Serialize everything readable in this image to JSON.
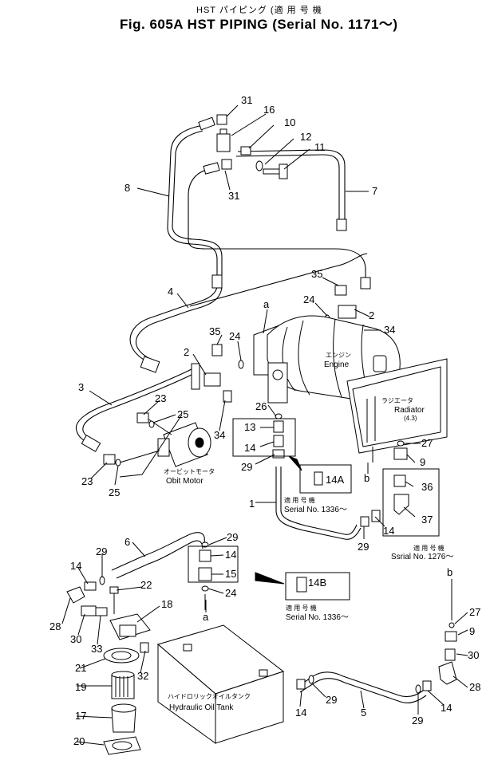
{
  "header": {
    "subtitle": "HST パイピング (適 用 号 機",
    "title": "Fig. 605A HST PIPING (Serial No. 1171～)"
  },
  "labels": {
    "engine_jp": "エンジン",
    "engine_en": "Engine",
    "radiator_jp": "ラジエータ",
    "radiator_en": "Radiator",
    "radiator_small": "(4.3)",
    "motor_jp": "オービットモータ",
    "motor_en": "Obit Motor",
    "tank_jp": "ハイドロリックオイルタンク",
    "tank_en": "Hydraulic Oil Tank",
    "note14a_jp": "適 用 号 機",
    "note14a_en": "Serial  No. 1336～",
    "note1276_jp": "適 用 号 機",
    "note1276_en": "Ssrial  No. 1276～",
    "note14b_jp": "適 用 号 機",
    "note14b_en": "Serial  No. 1336～",
    "ref_a_top": "a",
    "ref_a_bottom": "a",
    "ref_b_top": "b",
    "ref_b_bottom": "b"
  },
  "callouts": {
    "c31a": "31",
    "c16": "16",
    "c10": "10",
    "c12": "12",
    "c11": "11",
    "c8": "8",
    "c7": "7",
    "c31b": "31",
    "c35a": "35",
    "c4": "4",
    "c24a": "24",
    "c2a": "2",
    "c34a": "34",
    "c35b": "35",
    "c24b": "24",
    "c2b": "2",
    "c3": "3",
    "c23a": "23",
    "c25a": "25",
    "c34b": "34",
    "c26": "26",
    "c13": "13",
    "c14a": "14",
    "c29a": "29",
    "c27a": "27",
    "c9a": "9",
    "c14A": "14A",
    "c36": "36",
    "c1": "1",
    "c37": "37",
    "c14b": "14",
    "c29b": "29",
    "c23b": "23",
    "c25b": "25",
    "c6": "6",
    "c29c": "29",
    "c14c": "14",
    "c15": "15",
    "c24c": "24",
    "c14B": "14B",
    "c29d": "29",
    "c14d": "14",
    "c22": "22",
    "c18": "18",
    "c28a": "28",
    "c30a": "30",
    "c33": "33",
    "c21": "21",
    "c32": "32",
    "c19": "19",
    "c17": "17",
    "c20": "20",
    "c14e": "14",
    "c29e": "29",
    "c5": "5",
    "c29f": "29",
    "c14f": "14",
    "c27b": "27",
    "c9b": "9",
    "c30b": "30",
    "c28b": "28"
  }
}
